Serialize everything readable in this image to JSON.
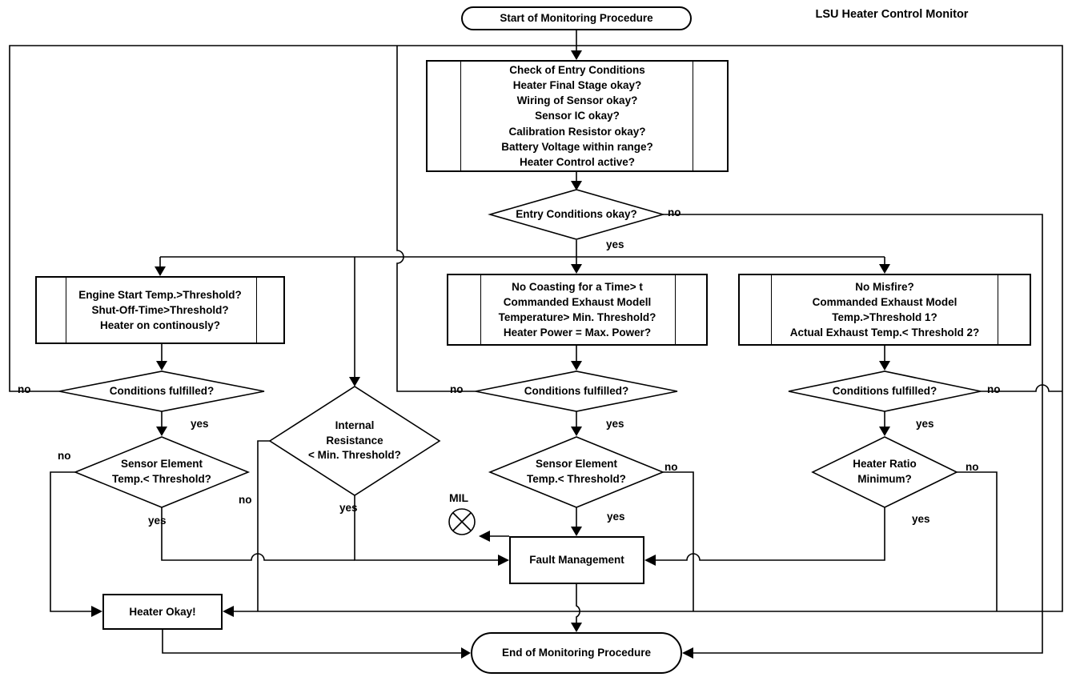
{
  "title": "LSU Heater Control Monitor",
  "labels": {
    "yes": "yes",
    "no": "no",
    "mil": "MIL"
  },
  "nodes": {
    "start": {
      "label": "Start of Monitoring Procedure"
    },
    "check_entry": {
      "lines": [
        "Check of Entry Conditions",
        "Heater Final Stage okay?",
        "Wiring of Sensor okay?",
        "Sensor IC okay?",
        "Calibration Resistor okay?",
        "Battery Voltage within range?",
        "Heater Control active?"
      ]
    },
    "entry_ok": {
      "label": "Entry Conditions okay?"
    },
    "engine_start": {
      "lines": [
        "Engine Start Temp.>Threshold?",
        "Shut-Off-Time>Threshold?",
        "Heater on continously?"
      ]
    },
    "no_coasting": {
      "lines": [
        "No Coasting for a Time> t",
        "Commanded Exhaust Modell",
        "Temperature> Min. Threshold?",
        "Heater Power = Max. Power?"
      ]
    },
    "no_misfire": {
      "lines": [
        "No Misfire?",
        "Commanded Exhaust Model",
        "Temp.>Threshold 1?",
        "Actual Exhaust Temp.< Threshold 2?"
      ]
    },
    "cond_left": {
      "label": "Conditions fulfilled?"
    },
    "cond_mid": {
      "label": "Conditions fulfilled?"
    },
    "cond_right": {
      "label": "Conditions fulfilled?"
    },
    "sensor_left": {
      "lines": [
        "Sensor Element",
        "Temp.< Threshold?"
      ]
    },
    "sensor_mid": {
      "lines": [
        "Sensor Element",
        "Temp.< Threshold?"
      ]
    },
    "internal_resistance": {
      "lines": [
        "Internal",
        "Resistance",
        "< Min. Threshold?"
      ]
    },
    "heater_ratio": {
      "lines": [
        "Heater Ratio",
        "Minimum?"
      ]
    },
    "fault": {
      "label": "Fault Management"
    },
    "heater_okay": {
      "label": "Heater Okay!"
    },
    "end": {
      "label": "End of Monitoring Procedure"
    }
  }
}
